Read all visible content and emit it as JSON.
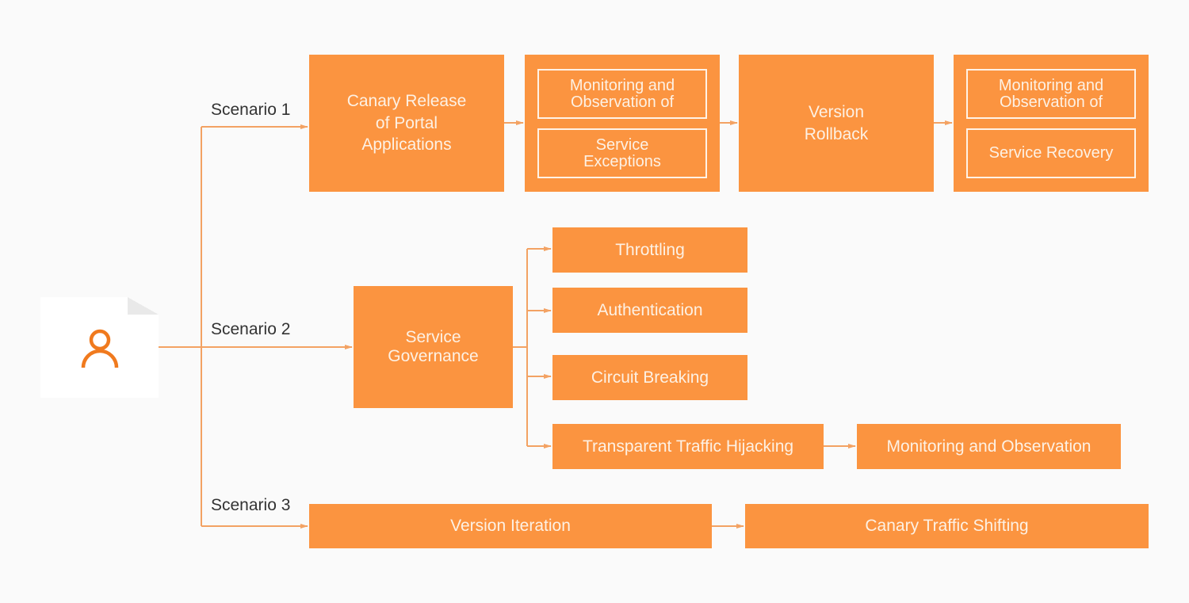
{
  "colors": {
    "box": "#fb9440",
    "connector": "#f3a263",
    "icon": "#f07a1e",
    "text_on_box": "#fdf1e4",
    "label_text": "#333333",
    "background": "#fafafa"
  },
  "actor": {
    "icon": "user-icon"
  },
  "scenarios": [
    {
      "label": "Scenario 1"
    },
    {
      "label": "Scenario 2"
    },
    {
      "label": "Scenario 3"
    }
  ],
  "scenario1": {
    "canary_release": "Canary Release\nof Portal\nApplications",
    "monitor_exceptions": {
      "top": "Monitoring and\nObservation of",
      "bottom": "Service\nExceptions"
    },
    "version_rollback": "Version\nRollback",
    "monitor_recovery": {
      "top": "Monitoring and\nObservation of",
      "bottom": "Service Recovery"
    }
  },
  "scenario2": {
    "service_governance": "Service\nGovernance",
    "branches": [
      "Throttling",
      "Authentication",
      "Circuit Breaking",
      "Transparent Traffic Hijacking"
    ],
    "monitoring": "Monitoring and Observation"
  },
  "scenario3": {
    "version_iteration": "Version Iteration",
    "canary_traffic_shifting": "Canary Traffic Shifting"
  }
}
